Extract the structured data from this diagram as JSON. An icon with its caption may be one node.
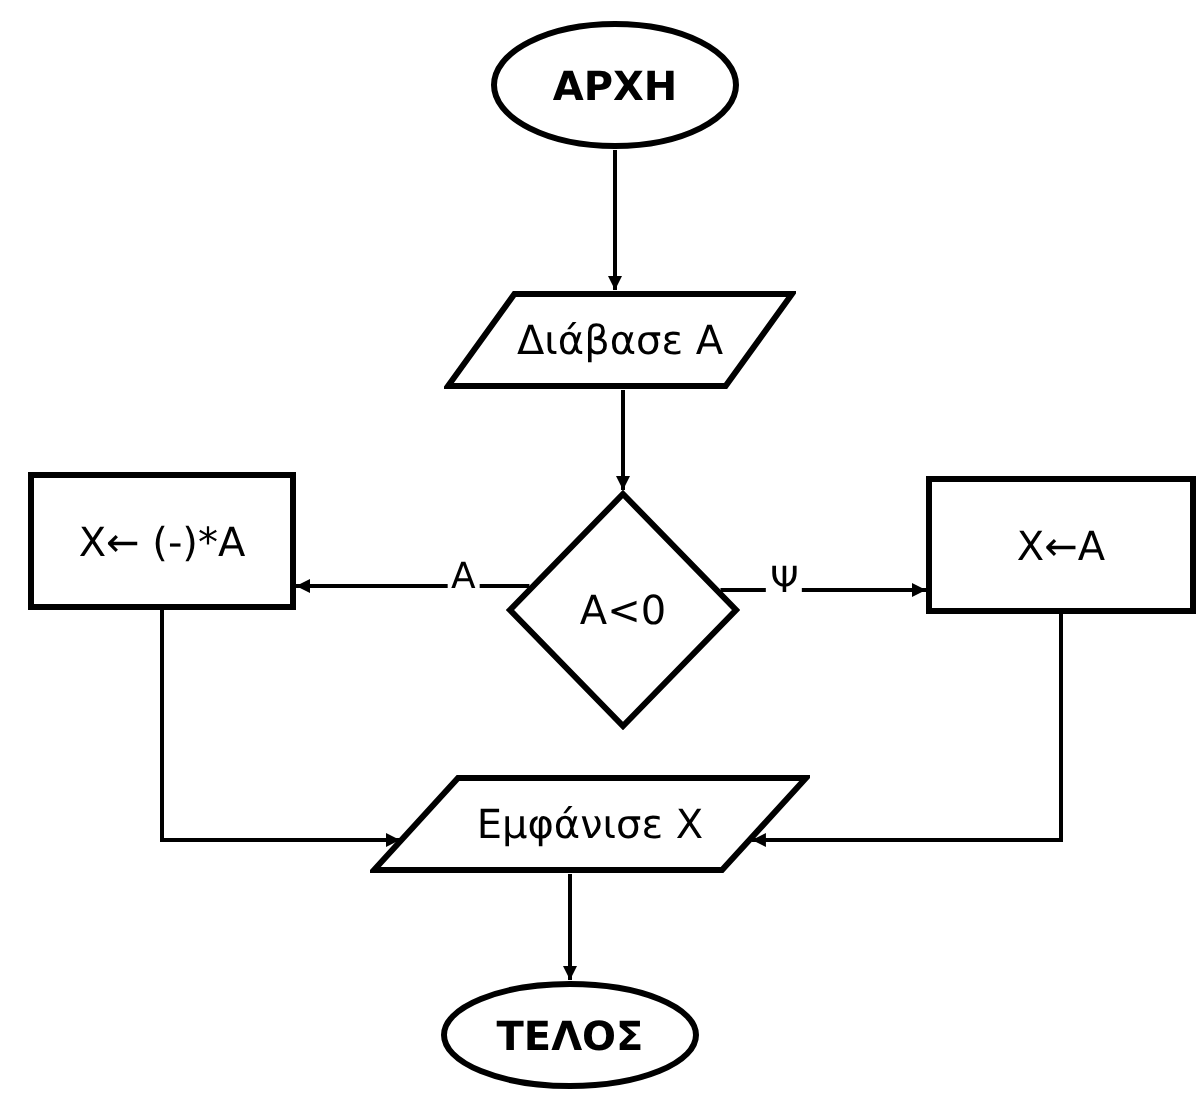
{
  "diagram": {
    "nodes": [
      {
        "text": [
          "ΑΡΧΗ"
        ]
      },
      {
        "text": [
          "Διάβασε Α"
        ]
      },
      {
        "text": [
          "Α<0"
        ]
      },
      {
        "text": [
          "Χ← (-)*Α"
        ]
      },
      {
        "text": [
          "Χ←Α"
        ]
      },
      {
        "text": [
          "Εμφάνισε Χ"
        ]
      },
      {
        "text": [
          "ΤΕΛΟΣ"
        ]
      }
    ],
    "edges": [
      {
        "from": 0,
        "to": 1,
        "arrow": "to"
      },
      {
        "from": 1,
        "to": 2,
        "arrow": "to"
      },
      {
        "from": 2,
        "to": 3,
        "arrow": "to",
        "label": "Α"
      },
      {
        "from": 2,
        "to": 4,
        "arrow": "to",
        "label": "Ψ"
      },
      {
        "from": 3,
        "to": 5,
        "arrow": "to"
      },
      {
        "from": 4,
        "to": 5,
        "arrow": "to"
      },
      {
        "from": 5,
        "to": 6,
        "arrow": "to"
      }
    ]
  }
}
